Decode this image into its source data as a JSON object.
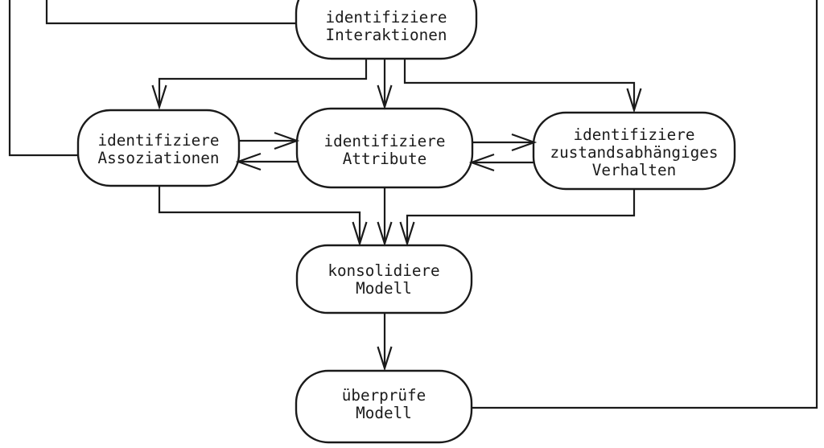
{
  "diagram": {
    "background_color": "#ffffff",
    "line_color": "#1a1a1a",
    "nodes": {
      "interaktionen": {
        "lines": [
          "identifiziere",
          "Interaktionen"
        ]
      },
      "assoziationen": {
        "lines": [
          "identifiziere",
          "Assoziationen"
        ]
      },
      "attribute": {
        "lines": [
          "identifiziere",
          "Attribute"
        ]
      },
      "verhalten": {
        "lines": [
          "identifiziere",
          "zustandsabhängiges",
          "Verhalten"
        ]
      },
      "konsolidiere": {
        "lines": [
          "konsolidiere",
          "Modell"
        ]
      },
      "ueberpruefe": {
        "lines": [
          "überprüfe",
          "Modell"
        ]
      }
    },
    "edges": [
      {
        "from": "offscreen-top",
        "to": "interaktionen",
        "arrow": false
      },
      {
        "from": "offscreen-top",
        "to": "assoziationen",
        "arrow": false
      },
      {
        "from": "interaktionen",
        "to": "assoziationen",
        "arrow": true
      },
      {
        "from": "interaktionen",
        "to": "attribute",
        "arrow": true
      },
      {
        "from": "interaktionen",
        "to": "verhalten",
        "arrow": true
      },
      {
        "from": "assoziationen",
        "to": "attribute",
        "arrow": true
      },
      {
        "from": "attribute",
        "to": "assoziationen",
        "arrow": true
      },
      {
        "from": "attribute",
        "to": "verhalten",
        "arrow": true
      },
      {
        "from": "verhalten",
        "to": "attribute",
        "arrow": true
      },
      {
        "from": "assoziationen",
        "to": "konsolidiere",
        "arrow": true
      },
      {
        "from": "attribute",
        "to": "konsolidiere",
        "arrow": true
      },
      {
        "from": "verhalten",
        "to": "konsolidiere",
        "arrow": true
      },
      {
        "from": "konsolidiere",
        "to": "ueberpruefe",
        "arrow": true
      },
      {
        "from": "ueberpruefe",
        "to": "offscreen-top-right",
        "arrow": false
      }
    ]
  }
}
